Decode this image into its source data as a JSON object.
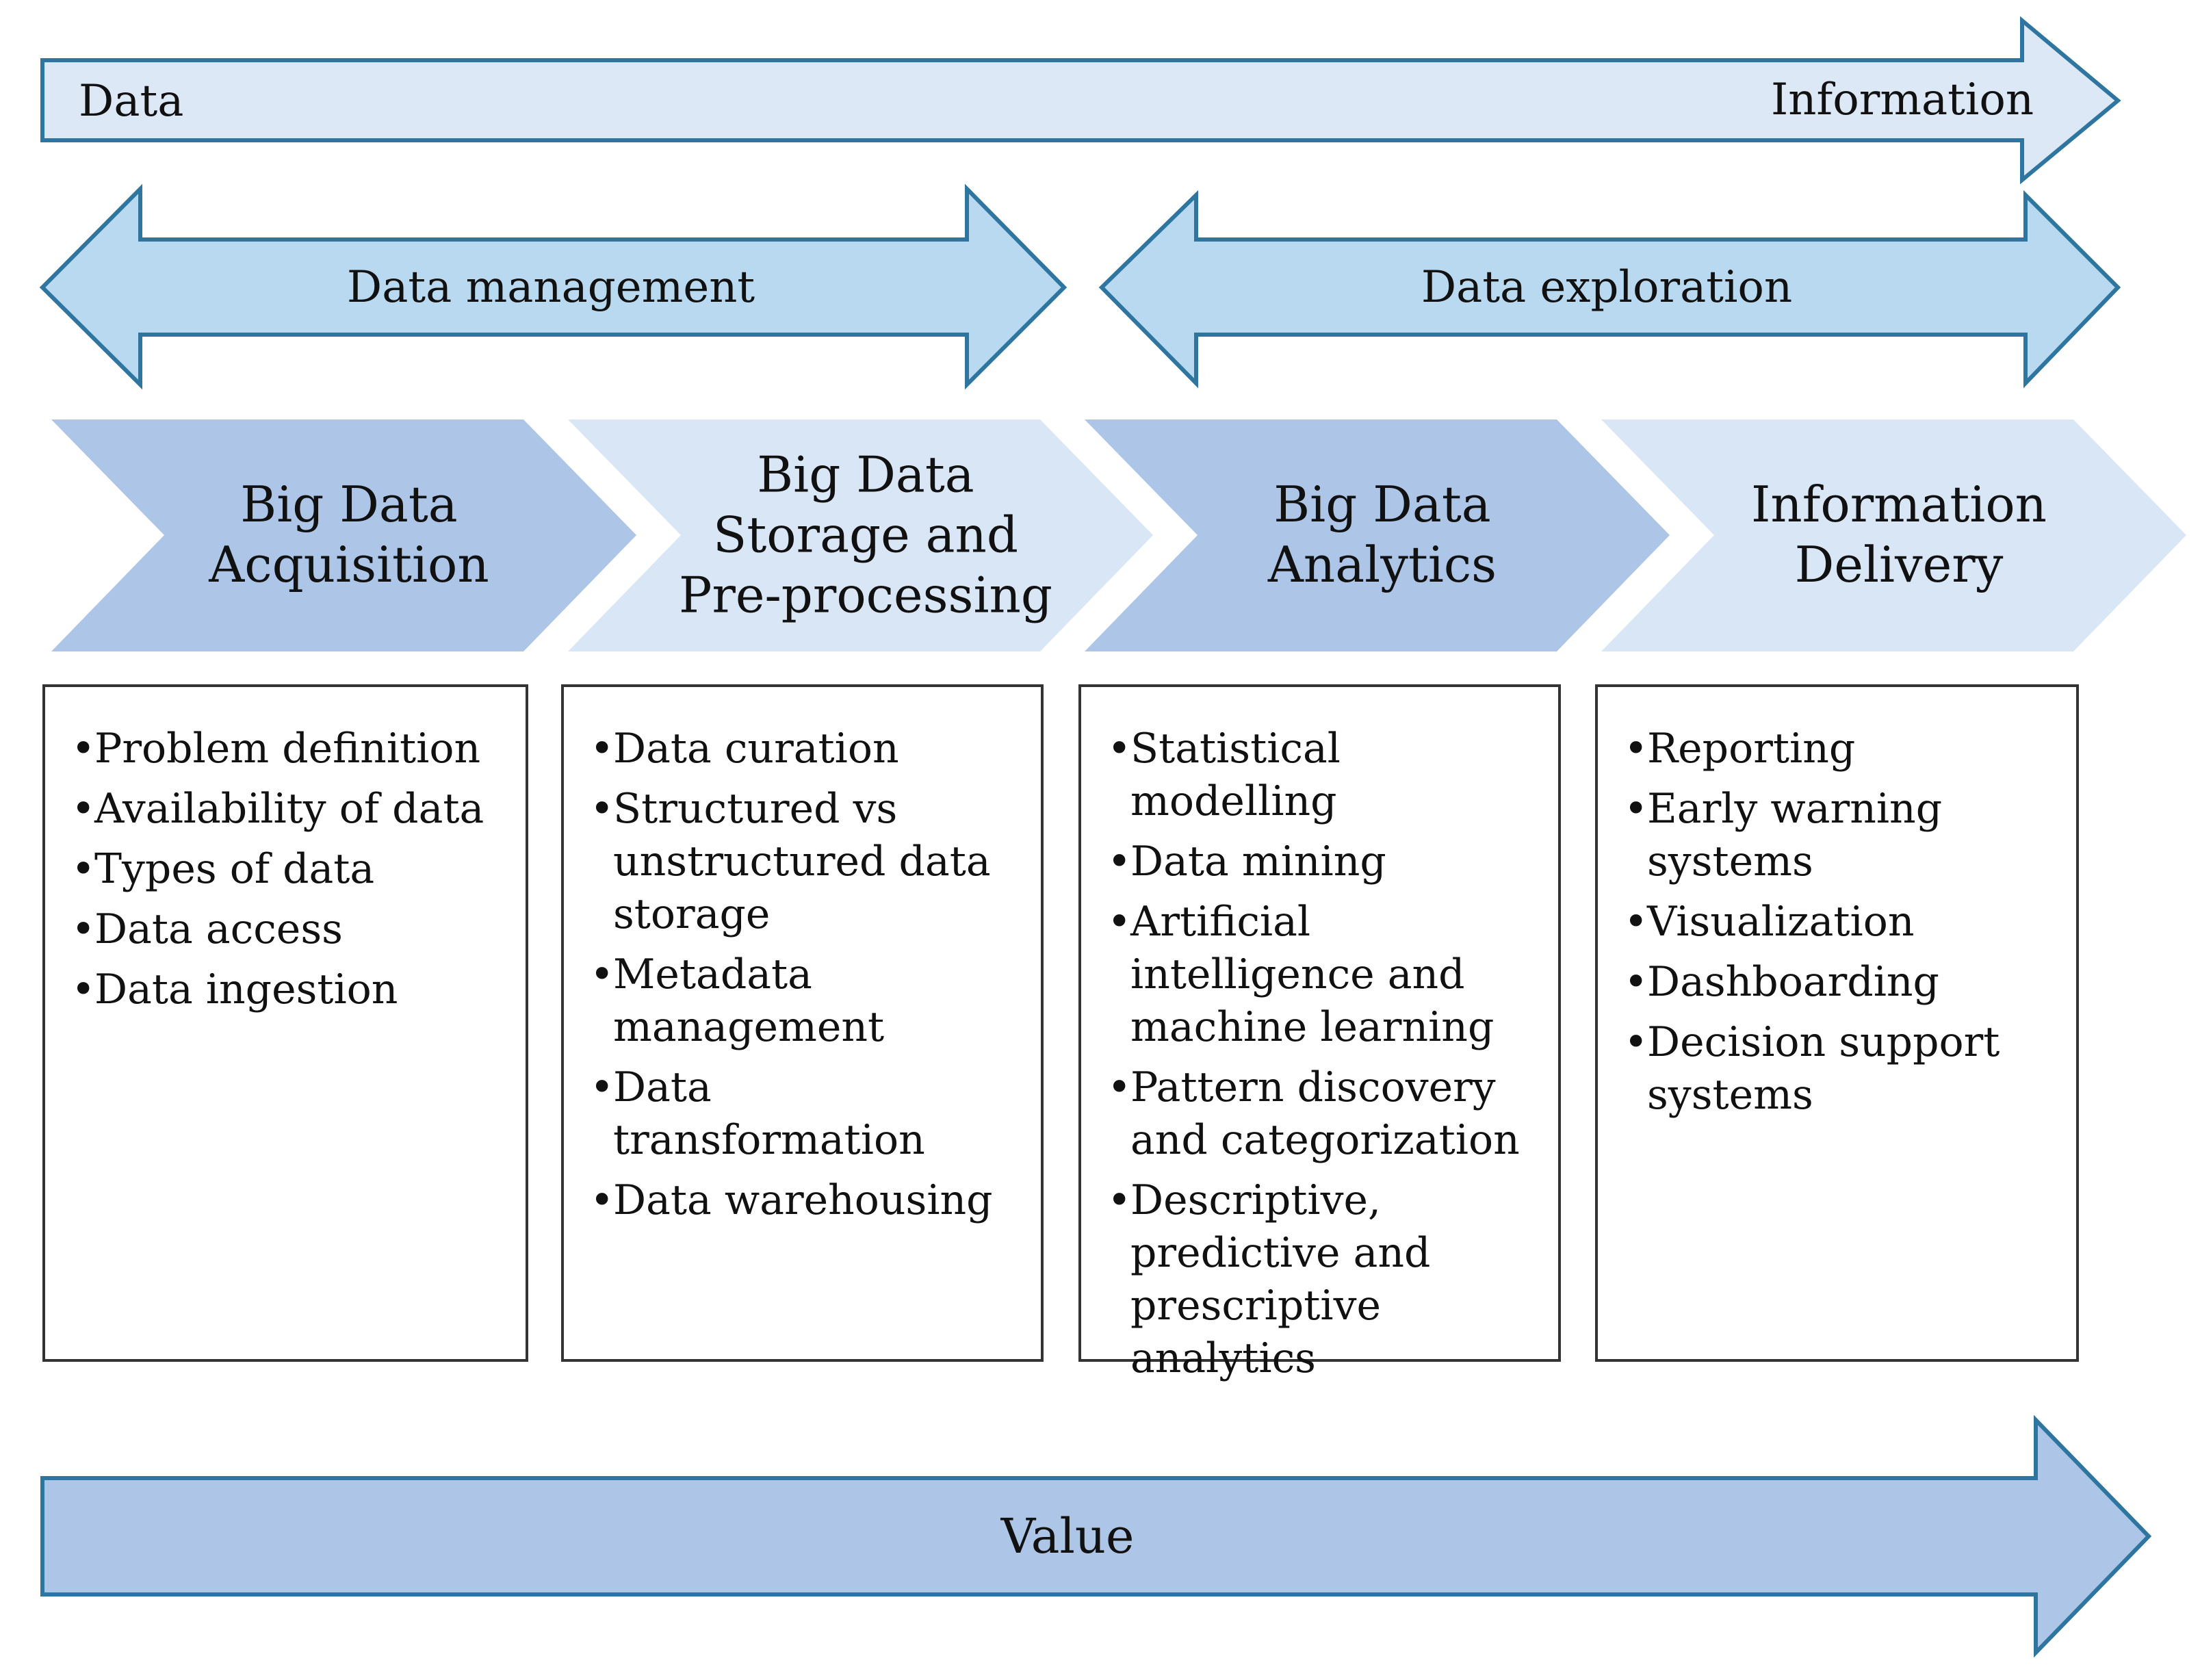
{
  "top_arrow": {
    "left_label": "Data",
    "right_label": "Information"
  },
  "phases": [
    {
      "label": "Data management"
    },
    {
      "label": "Data exploration"
    }
  ],
  "stages": [
    {
      "lines": [
        "Big Data",
        "Acquisition"
      ]
    },
    {
      "lines": [
        "Big Data",
        "Storage and",
        "Pre-processing"
      ]
    },
    {
      "lines": [
        "Big Data",
        "Analytics"
      ]
    },
    {
      "lines": [
        "Information",
        "Delivery"
      ]
    }
  ],
  "boxes": [
    {
      "items": [
        "Problem definition",
        "Availability of data",
        "Types of data",
        "Data access",
        "Data ingestion"
      ]
    },
    {
      "items": [
        "Data curation",
        "Structured vs\nunstructured data\nstorage",
        "Metadata\nmanagement",
        "Data transformation",
        "Data warehousing"
      ]
    },
    {
      "items": [
        "Statistical modelling",
        "Data mining",
        "Artificial\nintelligence and\nmachine learning",
        "Pattern discovery\nand categorization",
        "Descriptive,\npredictive and\nprescriptive\nanalytics"
      ]
    },
    {
      "items": [
        "Reporting",
        "Early warning\nsystems",
        "Visualization",
        "Dashboarding",
        "Decision support\nsystems"
      ]
    }
  ],
  "bottom_arrow": {
    "label": "Value"
  },
  "colors": {
    "arrow_stroke": "#2e75a0",
    "top_arrow_fill": "#dce8f6",
    "phase_fill": "#b8d9f0",
    "value_fill": "#adc6e8",
    "chevron_dark": "#adc6e8",
    "chevron_light": "#d9e6f6"
  }
}
